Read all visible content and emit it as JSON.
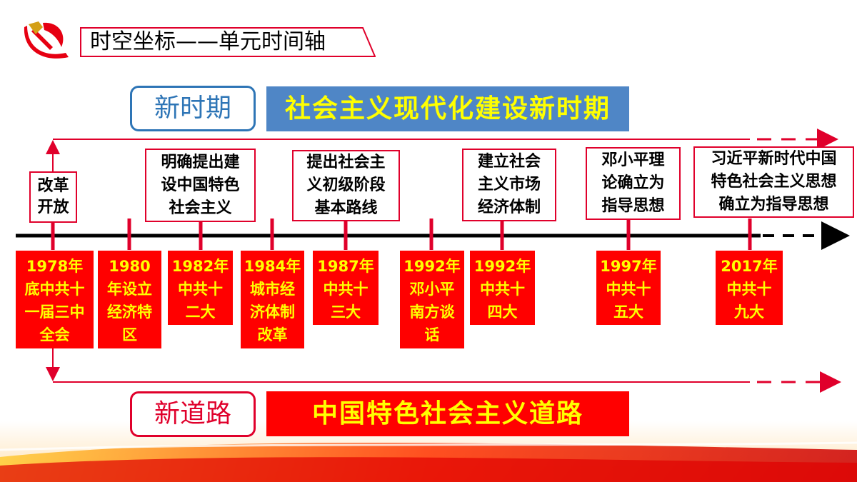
{
  "title": "时空坐标——单元时间轴",
  "period": {
    "label": "新时期",
    "banner": "社会主义现代化建设新时期"
  },
  "road": {
    "label": "新道路",
    "banner": "中国特色社会主义道路"
  },
  "upper_events": [
    "改革\n开放",
    "明确提出建\n设中国特色\n社会主义",
    "提出社会主\n义初级阶段\n基本路线",
    "建立社会\n主义市场\n经济体制",
    "邓小平理\n论确立为\n指导思想",
    "习近平新时代中国\n特色社会主义思想\n确立为指导思想"
  ],
  "lower_events": [
    "1978年\n底中共十\n一届三中\n全会",
    "1980\n年设立\n经济特\n区",
    "1982年\n中共十\n二大",
    "1984年\n城市经\n济体制\n改革",
    "1987年\n中共十\n三大",
    "1992年\n邓小平\n南方谈\n话",
    "1992年\n中共十\n四大",
    "1997年\n中共十\n五大",
    "2017年\n中共十\n九大"
  ],
  "colors": {
    "red": "#ff0000",
    "yellow": "#ffff00",
    "blue": "#4f86c6",
    "border_blue": "#2e75b6"
  }
}
